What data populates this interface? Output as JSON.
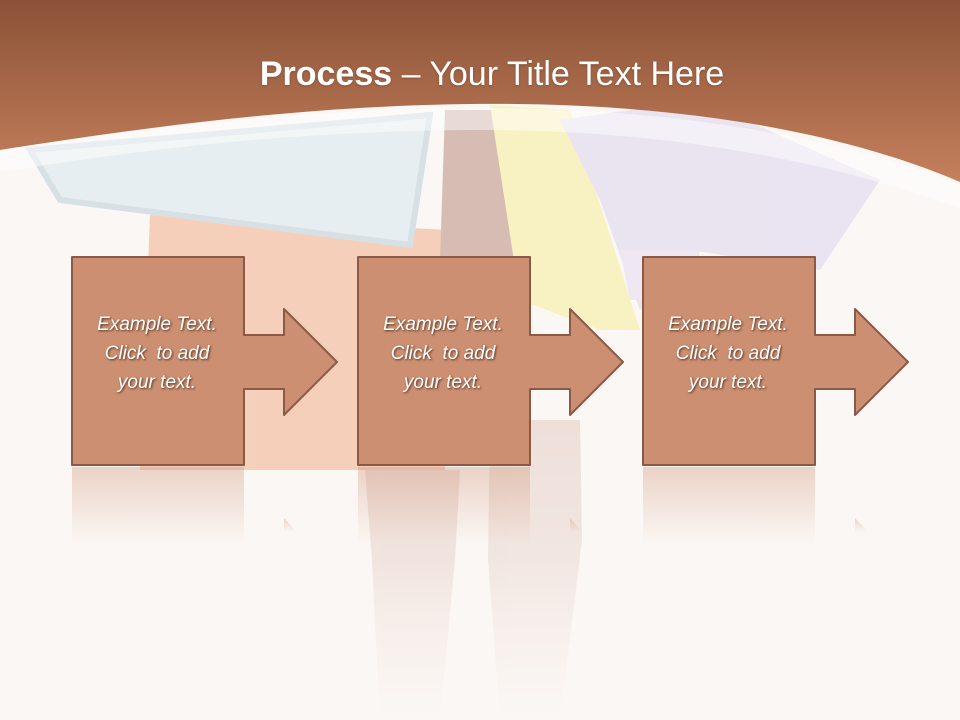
{
  "slide": {
    "title_bold": "Process",
    "title_rest": " – Your Title Text Here",
    "colors": {
      "header_brown": "#b9714f",
      "step_fill": "#cd8f71",
      "step_stroke": "#8a5a47",
      "background": "#fbf7f4"
    }
  },
  "steps": [
    {
      "lines": [
        "Example Text.",
        "Click  to add",
        "your text."
      ]
    },
    {
      "lines": [
        "Example Text.",
        "Click  to add",
        "your text."
      ]
    },
    {
      "lines": [
        "Example Text.",
        "Click  to add",
        "your text."
      ]
    }
  ]
}
